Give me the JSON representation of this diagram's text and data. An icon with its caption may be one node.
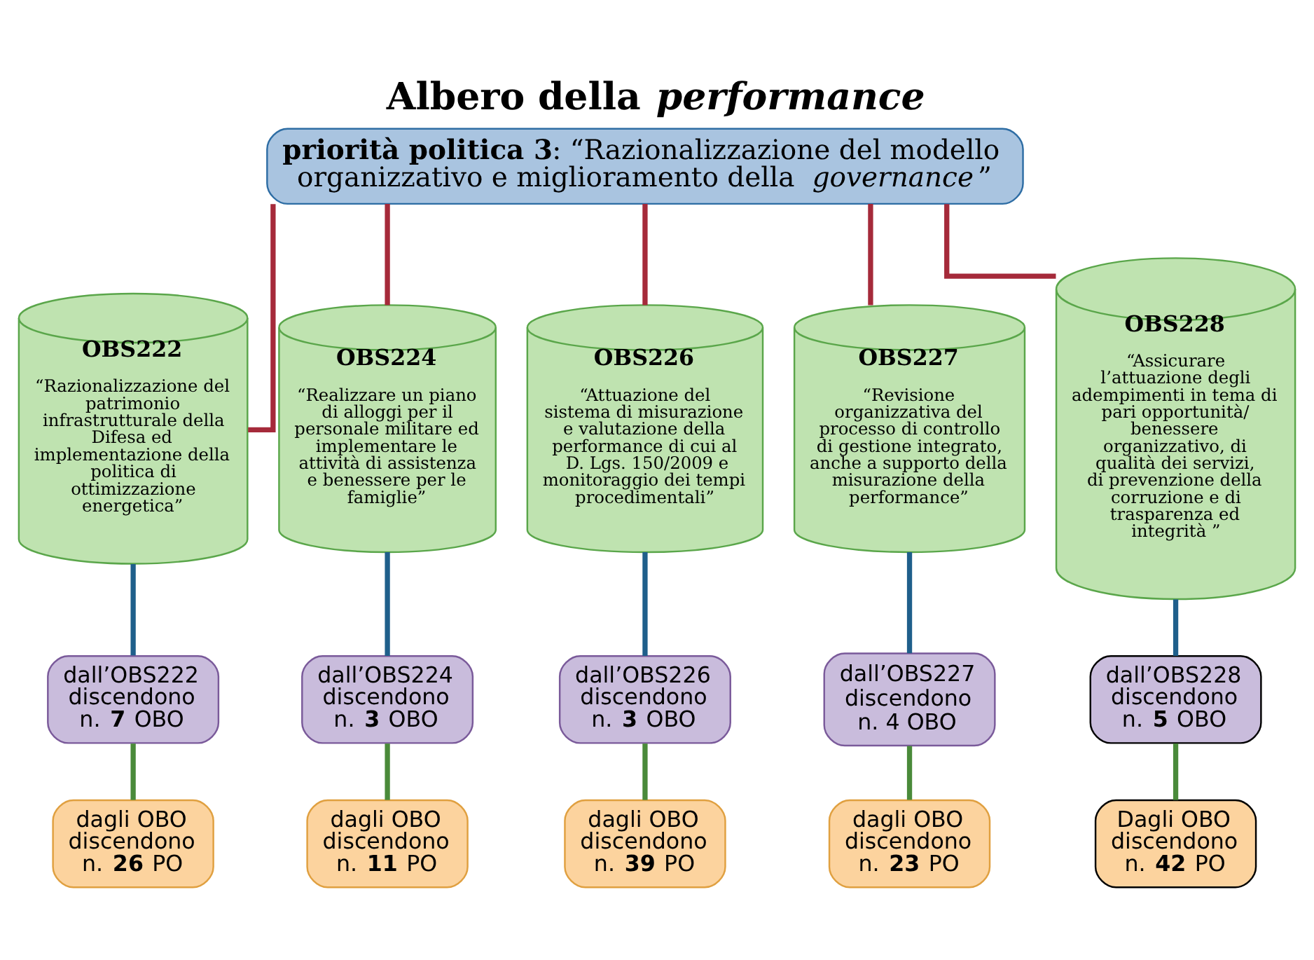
{
  "diagram": {
    "title": "Albero della *performance*",
    "nodes": [
      {
        "text": [
          "**priorità politica 3**: “Razionalizzazione del modello organizzativo e miglioramento della *governance*”"
        ]
      },
      {
        "text": [
          "OBS222",
          "“Razionalizzazione del patrimonio infrastrutturale della Difesa ed implementazione della politica di ottimizzazione energetica”"
        ]
      },
      {
        "text": [
          "OBS224",
          "“Realizzare un piano di alloggi per il personale militare ed implementare le attività di assistenza e benessere per le famiglie”"
        ]
      },
      {
        "text": [
          "OBS226",
          "“Attuazione del sistema di misurazione e valutazione della performance di cui al D. Lgs. 150/2009 e monitoraggio dei tempi procedimentali”"
        ]
      },
      {
        "text": [
          "OBS227",
          "“Revisione organizzativa del processo di controllo di gestione integrato, anche a supporto della misurazione della performance”"
        ]
      },
      {
        "text": [
          "OBS228",
          "“Assicurare l’attuazione degli adempimenti in tema di pari opportunità/ benessere organizzativo, di qualità dei servizi, di prevenzione della corruzione e di trasparenza ed integrità ”"
        ]
      },
      {
        "text": [
          "dall’OBS222 discendono n. **7** OBO"
        ]
      },
      {
        "text": [
          "dall’OBS224 discendono n. **3** OBO"
        ]
      },
      {
        "text": [
          "dall’OBS226 discendono n. **3** OBO"
        ]
      },
      {
        "text": [
          "dall’OBS227 discendono n. 4 OBO"
        ]
      },
      {
        "text": [
          "dall’OBS228 discendono n. **5** OBO"
        ]
      },
      {
        "text": [
          "dagli OBO discendono n. **26** PO"
        ]
      },
      {
        "text": [
          "dagli OBO discendono n. **11** PO"
        ]
      },
      {
        "text": [
          "dagli OBO discendono n. **39** PO"
        ]
      },
      {
        "text": [
          "dagli OBO discendono n. **23** PO"
        ]
      },
      {
        "text": [
          "Dagli OBO discendono n. **42** PO"
        ]
      }
    ],
    "edges": [
      {
        "from": 0,
        "to": 1,
        "arrow": "none",
        "color": "#a52a3a"
      },
      {
        "from": 0,
        "to": 2,
        "arrow": "none",
        "color": "#a52a3a"
      },
      {
        "from": 0,
        "to": 3,
        "arrow": "none",
        "color": "#a52a3a"
      },
      {
        "from": 0,
        "to": 4,
        "arrow": "none",
        "color": "#a52a3a"
      },
      {
        "from": 0,
        "to": 5,
        "arrow": "none",
        "color": "#a52a3a"
      },
      {
        "from": 1,
        "to": 6,
        "arrow": "none",
        "color": "#1f5f8b"
      },
      {
        "from": 2,
        "to": 7,
        "arrow": "none",
        "color": "#1f5f8b"
      },
      {
        "from": 3,
        "to": 8,
        "arrow": "none",
        "color": "#1f5f8b"
      },
      {
        "from": 4,
        "to": 9,
        "arrow": "none",
        "color": "#1f5f8b"
      },
      {
        "from": 5,
        "to": 10,
        "arrow": "none",
        "color": "#1f5f8b"
      },
      {
        "from": 6,
        "to": 11,
        "arrow": "none",
        "color": "#4a8a3a"
      },
      {
        "from": 7,
        "to": 12,
        "arrow": "none",
        "color": "#4a8a3a"
      },
      {
        "from": 8,
        "to": 13,
        "arrow": "none",
        "color": "#4a8a3a"
      },
      {
        "from": 9,
        "to": 14,
        "arrow": "none",
        "color": "#4a8a3a"
      },
      {
        "from": 10,
        "to": 15,
        "arrow": "none",
        "color": "#4a8a3a"
      }
    ]
  }
}
